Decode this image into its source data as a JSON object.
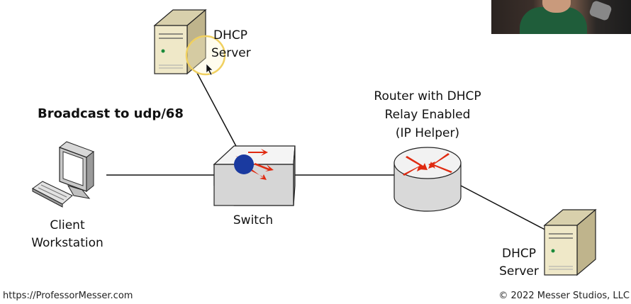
{
  "heading": "Broadcast to udp/68",
  "nodes": {
    "server_top": {
      "line1": "DHCP",
      "line2": "Server"
    },
    "client": {
      "line1": "Client",
      "line2": "Workstation"
    },
    "switch": {
      "label": "Switch"
    },
    "router": {
      "line1": "Router with DHCP",
      "line2": "Relay Enabled",
      "line3": "(IP Helper)"
    },
    "server_bottom": {
      "line1": "DHCP",
      "line2": "Server"
    }
  },
  "footer": {
    "left": "https://ProfessorMesser.com",
    "right": "© 2022 Messer Studios, LLC"
  },
  "colors": {
    "server_body": "#efe8c8",
    "arrow": "#e02a10",
    "packet": "#1a3aa0",
    "cursor_ring": "#f0d060"
  }
}
